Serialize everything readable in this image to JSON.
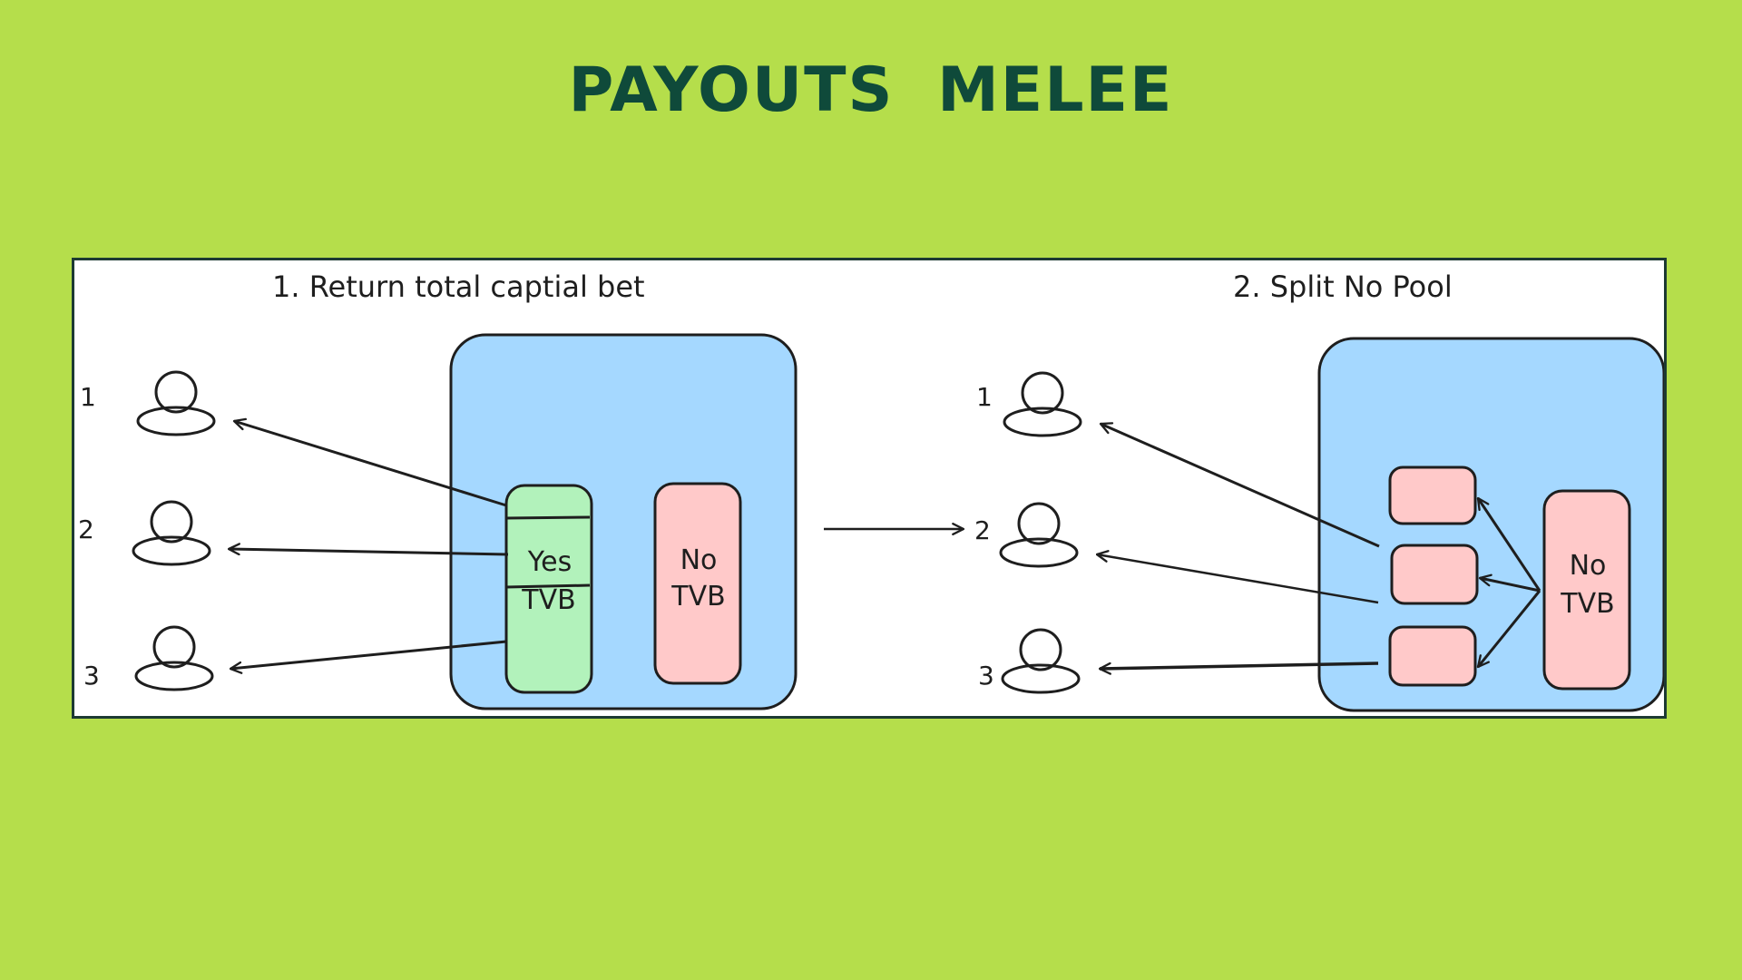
{
  "title": "PAYOUTS MELEE",
  "colors": {
    "background": "#b5de4b",
    "title": "#0f4a3a",
    "pool": "#a5d8ff",
    "yes_box": "#b2f2bb",
    "no_box": "#ffc9c9",
    "stroke": "#1e1e1e"
  },
  "diagram": {
    "step1": {
      "title": "1. Return total captial bet",
      "users": [
        "1",
        "2",
        "3"
      ],
      "yes_box": {
        "line1": "Yes",
        "line2": "TVB"
      },
      "no_box": {
        "line1": "No",
        "line2": "TVB"
      }
    },
    "step2": {
      "title": "2. Split No Pool",
      "users": [
        "1",
        "2",
        "3"
      ],
      "no_box": {
        "line1": "No",
        "line2": "TVB"
      }
    }
  }
}
